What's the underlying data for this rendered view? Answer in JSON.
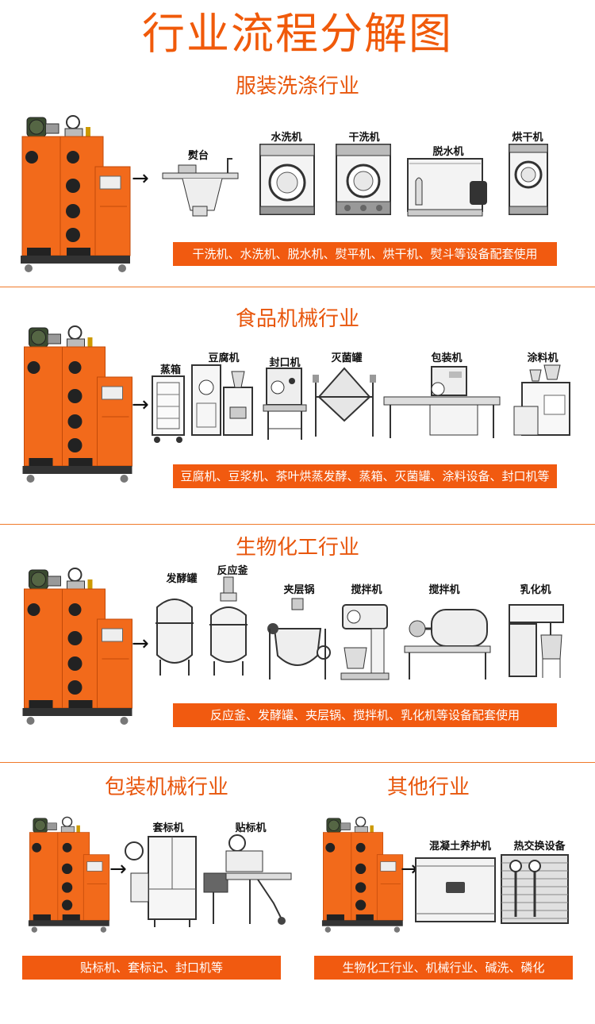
{
  "page_title": "行业流程分解图",
  "sections": {
    "garment": {
      "title": "服装洗涤行业",
      "machines": [
        "熨台",
        "水洗机",
        "干洗机",
        "脱水机",
        "烘干机"
      ],
      "caption": "干洗机、水洗机、脱水机、熨平机、烘干机、熨斗等设备配套使用"
    },
    "food": {
      "title": "食品机械行业",
      "machines": [
        "蒸箱",
        "豆腐机",
        "封口机",
        "灭菌罐",
        "包装机",
        "涂料机"
      ],
      "caption": "豆腐机、豆浆机、茶叶烘蒸发酵、蒸箱、灭菌罐、涂料设备、封口机等"
    },
    "bio": {
      "title": "生物化工行业",
      "machines": [
        "发酵罐",
        "反应釜",
        "夹层锅",
        "搅拌机",
        "搅拌机",
        "乳化机"
      ],
      "caption": "反应釜、发酵罐、夹层锅、搅拌机、乳化机等设备配套使用"
    },
    "packaging": {
      "title": "包装机械行业",
      "machines": [
        "套标机",
        "贴标机"
      ],
      "caption": "贴标机、套标记、封口机等"
    },
    "other": {
      "title": "其他行业",
      "machines": [
        "混凝土养护机",
        "热交换设备"
      ],
      "caption": "生物化工行业、机械行业、碱洗、磷化"
    }
  },
  "colors": {
    "accent": "#f05a0a",
    "boiler_body": "#f26a1b",
    "bar": "#f15a10"
  }
}
